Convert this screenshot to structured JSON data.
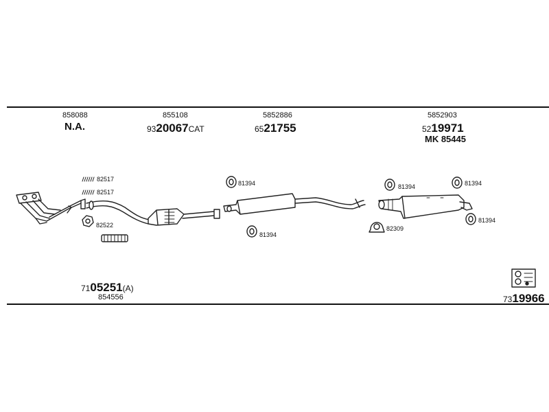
{
  "header": {
    "col1": {
      "ref": "858088",
      "main": "N.A."
    },
    "col2": {
      "ref": "855108",
      "prefix": "93",
      "number": "20067",
      "suffix": "CAT"
    },
    "col3": {
      "ref": "5852886",
      "prefix": "65",
      "number": "21755"
    },
    "col4": {
      "ref": "5852903",
      "prefix": "52",
      "number": "19971",
      "mk": "MK  85445"
    }
  },
  "labels": {
    "clamp1": "82517",
    "clamp2": "82517",
    "gasket": "82522",
    "mount_a": "81394",
    "mount_b": "81394",
    "mount_c": "81394",
    "mount_d": "81394",
    "mount_e": "81394",
    "clamp_rear": "82309"
  },
  "footer": {
    "left_prefix": "71",
    "left_number": "05251",
    "left_suffix": "(A)",
    "left_ref": "854556",
    "right_prefix": "73",
    "right_number": "19966"
  }
}
